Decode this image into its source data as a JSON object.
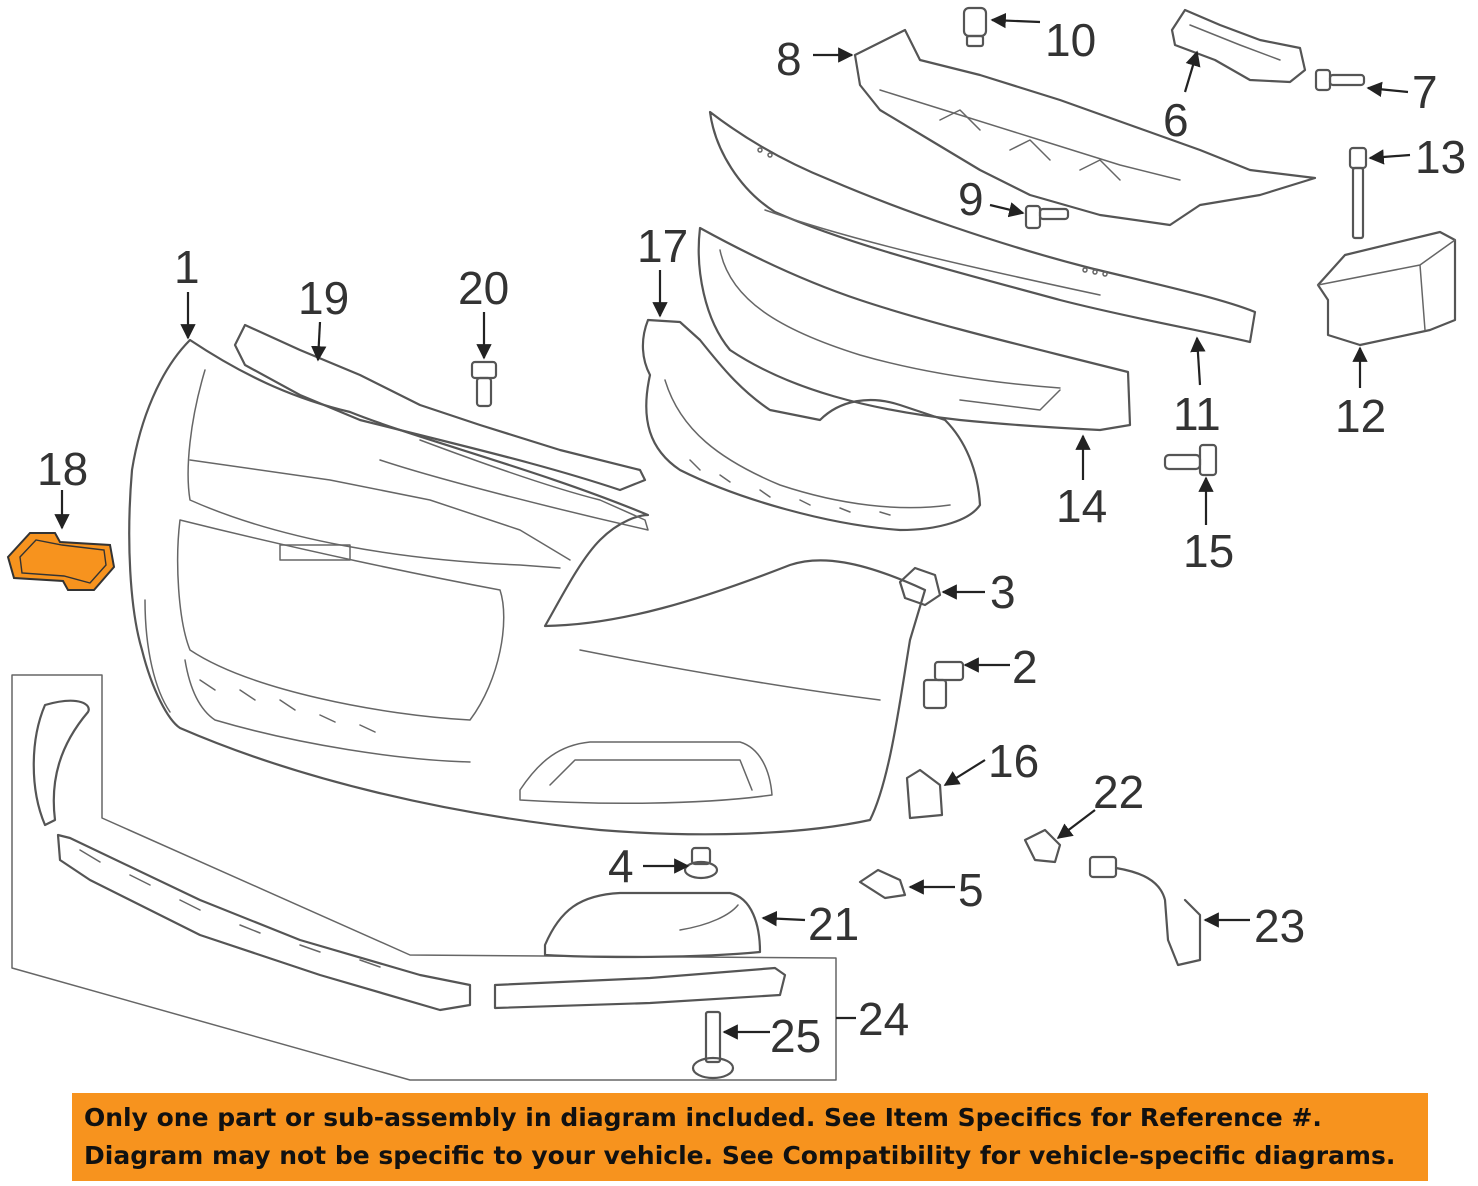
{
  "colors": {
    "notice_background": "#f7931e",
    "highlight_part": "#f7931e",
    "line_art": "#555555"
  },
  "callouts": [
    {
      "id": "1",
      "label": "1"
    },
    {
      "id": "2",
      "label": "2"
    },
    {
      "id": "3",
      "label": "3"
    },
    {
      "id": "4",
      "label": "4"
    },
    {
      "id": "5",
      "label": "5"
    },
    {
      "id": "6",
      "label": "6"
    },
    {
      "id": "7",
      "label": "7"
    },
    {
      "id": "8",
      "label": "8"
    },
    {
      "id": "9",
      "label": "9"
    },
    {
      "id": "10",
      "label": "10"
    },
    {
      "id": "11",
      "label": "11"
    },
    {
      "id": "12",
      "label": "12"
    },
    {
      "id": "13",
      "label": "13"
    },
    {
      "id": "14",
      "label": "14"
    },
    {
      "id": "15",
      "label": "15"
    },
    {
      "id": "16",
      "label": "16"
    },
    {
      "id": "17",
      "label": "17"
    },
    {
      "id": "18",
      "label": "18"
    },
    {
      "id": "19",
      "label": "19"
    },
    {
      "id": "20",
      "label": "20"
    },
    {
      "id": "21",
      "label": "21"
    },
    {
      "id": "22",
      "label": "22"
    },
    {
      "id": "23",
      "label": "23"
    },
    {
      "id": "24",
      "label": "24"
    },
    {
      "id": "25",
      "label": "25"
    }
  ],
  "highlighted_part": "18",
  "notice": {
    "line1": "Only one part or sub-assembly in diagram included. See Item Specifics for Reference #.",
    "line2": "Diagram may not be specific to your vehicle. See Compatibility for vehicle-specific diagrams."
  }
}
